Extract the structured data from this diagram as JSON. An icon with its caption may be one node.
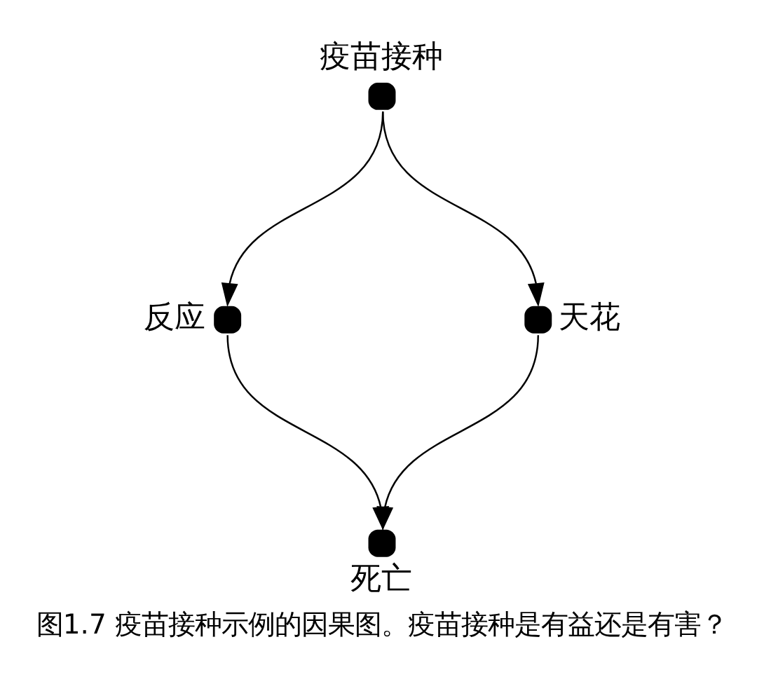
{
  "diagram": {
    "caption": "图1.7 疫苗接种示例的因果图。疫苗接种是有益还是有害？",
    "nodes": [
      {
        "text": [],
        "shape": "circle",
        "beside": [
          "疫苗接种"
        ]
      },
      {
        "text": [],
        "shape": "circle",
        "beside": [
          "反应"
        ]
      },
      {
        "text": [],
        "shape": "circle",
        "beside": [
          "天花"
        ]
      },
      {
        "text": [],
        "shape": "circle",
        "beside": [
          "死亡"
        ]
      }
    ],
    "edges": [
      {
        "from": 0,
        "to": 1,
        "arrow": "to"
      },
      {
        "from": 0,
        "to": 2,
        "arrow": "to"
      },
      {
        "from": 1,
        "to": 3,
        "arrow": "to"
      },
      {
        "from": 2,
        "to": 3,
        "arrow": "to"
      }
    ]
  }
}
